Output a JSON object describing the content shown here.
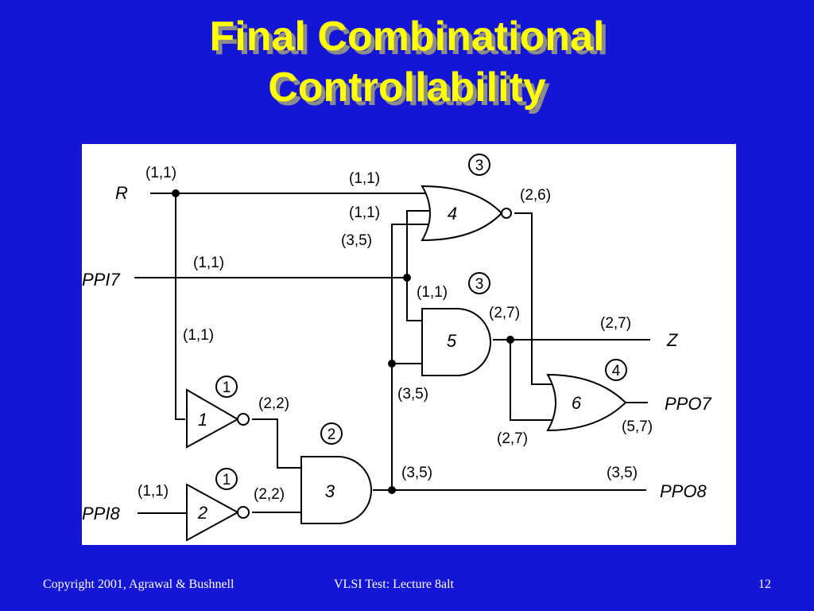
{
  "slide": {
    "title_line1": "Final Combinational",
    "title_line2": "Controllability",
    "footer_left": "Copyright 2001, Agrawal & Bushnell",
    "footer_center": "VLSI Test: Lecture 8alt",
    "footer_right": "12",
    "background_color": "#1515d6",
    "title_color": "#ffff00"
  },
  "diagram": {
    "inputs": {
      "r": "R",
      "ppi7": "PPI7",
      "ppi8": "PPI8"
    },
    "outputs": {
      "z": "Z",
      "ppo7": "PPO7",
      "ppo8": "PPO8"
    },
    "gates": {
      "g1": {
        "label": "1",
        "level": "1"
      },
      "g2": {
        "label": "2",
        "level": "1"
      },
      "g3": {
        "label": "3",
        "level": "2"
      },
      "g4": {
        "label": "4",
        "level": "3"
      },
      "g5": {
        "label": "5",
        "level": "3"
      },
      "g6": {
        "label": "6",
        "level": "4"
      }
    },
    "cc": {
      "r_input": "(1,1)",
      "r_g4": "(1,1)",
      "ppi7_g4": "(1,1)",
      "g3out_g4": "(3,5)",
      "ppi7_input": "(1,1)",
      "r_g1": "(1,1)",
      "ppi7_g5": "(1,1)",
      "g4_out": "(2,6)",
      "g5_out": "(2,7)",
      "z_out": "(2,7)",
      "g3out_g5": "(3,5)",
      "g1_out": "(2,2)",
      "g5_g6": "(2,7)",
      "ppo7_out": "(5,7)",
      "ppi8_input": "(1,1)",
      "g2_out": "(2,2)",
      "g3_out": "(3,5)",
      "ppo8_out": "(3,5)"
    }
  }
}
